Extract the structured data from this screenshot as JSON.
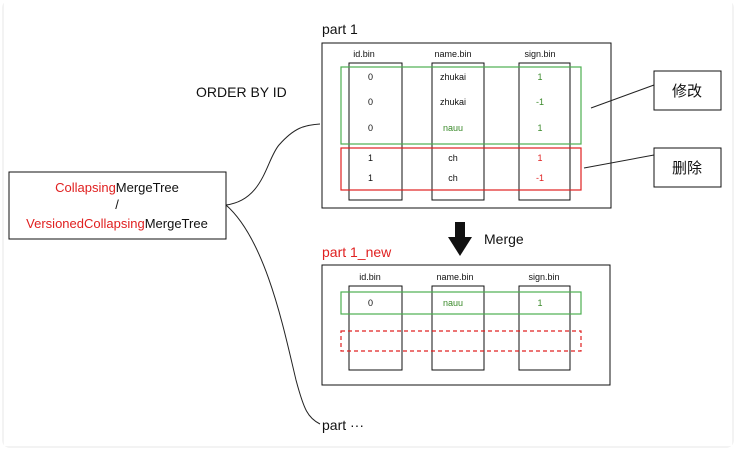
{
  "engine_box": {
    "line1_prefix": "Collapsing",
    "line1_suffix": "MergeTree",
    "separator": "/",
    "line2_prefix": "VersionedCollapsing",
    "line2_suffix": "MergeTree"
  },
  "order_by_label": "ORDER BY ID",
  "part1": {
    "title": "part 1",
    "headers": [
      "id.bin",
      "name.bin",
      "sign.bin"
    ],
    "rows": [
      {
        "id": "0",
        "name": "zhukai",
        "sign": "1"
      },
      {
        "id": "0",
        "name": "zhukai",
        "sign": "-1"
      },
      {
        "id": "0",
        "name": "nauu",
        "sign": "1"
      },
      {
        "id": "1",
        "name": "ch",
        "sign": "1"
      },
      {
        "id": "1",
        "name": "ch",
        "sign": "-1"
      }
    ]
  },
  "callouts": {
    "modify": "修改",
    "delete": "删除"
  },
  "merge_label": "Merge",
  "part1_new": {
    "title": "part 1_new",
    "headers": [
      "id.bin",
      "name.bin",
      "sign.bin"
    ],
    "rows": [
      {
        "id": "0",
        "name": "nauu",
        "sign": "1"
      }
    ]
  },
  "part_more": "part ···",
  "colors": {
    "accent_red": "#e02020",
    "green": "#4caf50",
    "green_text": "#3a8a2a",
    "black": "#111111"
  }
}
